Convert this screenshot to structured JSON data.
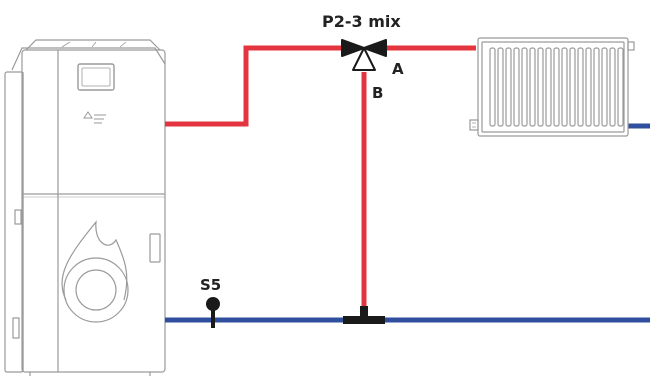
{
  "labels": {
    "valve": "P2-3 mix",
    "port_a": "A",
    "port_b": "B",
    "sensor": "S5"
  },
  "colors": {
    "supply_pipe": "#e3343f",
    "return_pipe": "#2f4f9e",
    "outline": "#8f8f8f",
    "symbol": "#1a1a1a"
  },
  "components": [
    "boiler",
    "three-way-mixing-valve",
    "radiator",
    "temperature-sensor",
    "tee-fitting"
  ]
}
